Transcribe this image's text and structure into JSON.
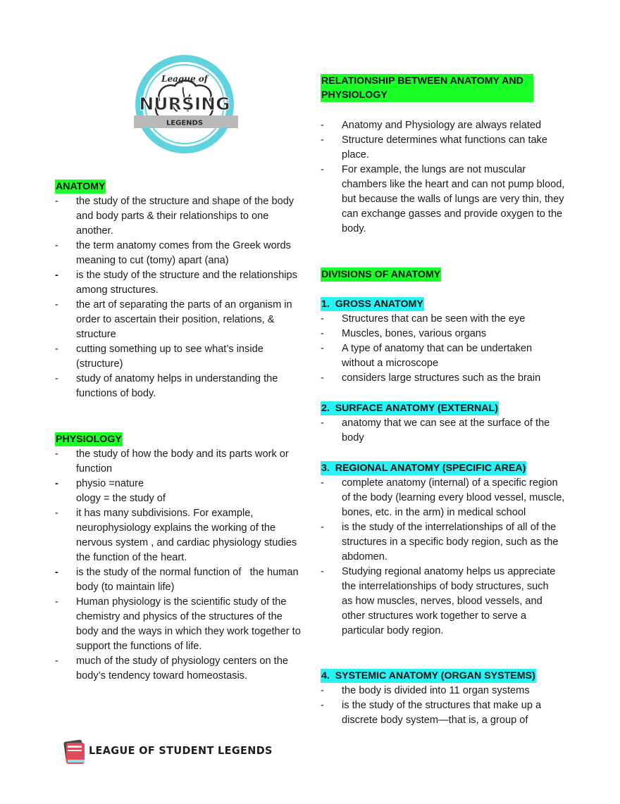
{
  "logo": {
    "line1": "League of",
    "line2": "NURSING",
    "line3": "LEGENDS",
    "colors": {
      "ring": "#5fd3dd",
      "banner": "#b9b9b9",
      "text": "#2b2b2b"
    }
  },
  "left": {
    "anatomy": {
      "heading": "ANATOMY",
      "items": [
        "the study of the structure and shape of the body and body parts & their relationships to one another.",
        "the term anatomy comes from the Greek words meaning to cut (tomy) apart (ana)",
        "is the study of the structure and the relationships among structures.",
        "the art of separating the parts of an organism in order to ascertain their position, relations, & structure",
        "cutting something up to see what’s inside (structure)",
        "study of anatomy helps in understanding the functions of body."
      ]
    },
    "physiology": {
      "heading": "PHYSIOLOGY",
      "item1": "the study of how the body and its parts work or function",
      "item2_line1": "physio =nature",
      "item2_line2": "ology = the study of",
      "item3": "it has many subdivisions. For example, neurophysiology explains the working of the nervous system , and cardiac physiology studies the function of the heart.",
      "item4": "is the study of the normal function of   the human body (to maintain life)",
      "item5": "Human physiology is the scientific study of the  chemistry and physics of the structures of the body and the ways in which they work together to support the functions of life.",
      "item6": "much of the study of physiology centers on the body’s tendency toward homeostasis."
    }
  },
  "right": {
    "relationship": {
      "heading": "RELATIONSHIP BETWEEN ANATOMY AND PHYSIOLOGY",
      "items": [
        "Anatomy and Physiology are always related",
        "Structure determines what functions can take place.",
        "For example, the lungs are not muscular chambers like the heart and can not pump blood, but because the walls of lungs are very thin, they can exchange gasses and provide oxygen to the body."
      ]
    },
    "divisions": {
      "heading": "DIVISIONS OF ANATOMY",
      "gross": {
        "heading": "1.  GROSS ANATOMY",
        "items": [
          "Structures that can be seen with the eye",
          "Muscles, bones, various organs",
          "A type of anatomy that can be undertaken without a microscope",
          "considers large structures such as the brain"
        ]
      },
      "surface": {
        "heading": "2.  SURFACE ANATOMY (EXTERNAL)",
        "items": [
          "anatomy that we can see at the surface of the body"
        ]
      },
      "regional": {
        "heading": "3.  REGIONAL ANATOMY (SPECIFIC AREA)",
        "items": [
          "complete anatomy (internal) of a specific region of the body (learning every blood vessel, muscle, bones, etc. in the arm) in medical school",
          "is the study of the interrelationships of all of the  structures in a specific body region, such as the abdomen.",
          "Studying regional anatomy helps us appreciate the interrelationships of body structures, such   as how muscles, nerves, blood vessels, and other structures work together to serve a particular body region."
        ]
      },
      "systemic": {
        "heading": "4.  SYSTEMIC ANATOMY (ORGAN SYSTEMS)",
        "items": [
          "the body is divided into 11 organ systems",
          "is the study of the structures that make up a discrete body system—that is, a group of"
        ]
      }
    }
  },
  "footer": {
    "text": "LEAGUE OF STUDENT LEGENDS",
    "icon": "book-stack-icon"
  },
  "colors": {
    "highlight_green": "#1aff28",
    "highlight_cyan": "#27f3f5"
  }
}
